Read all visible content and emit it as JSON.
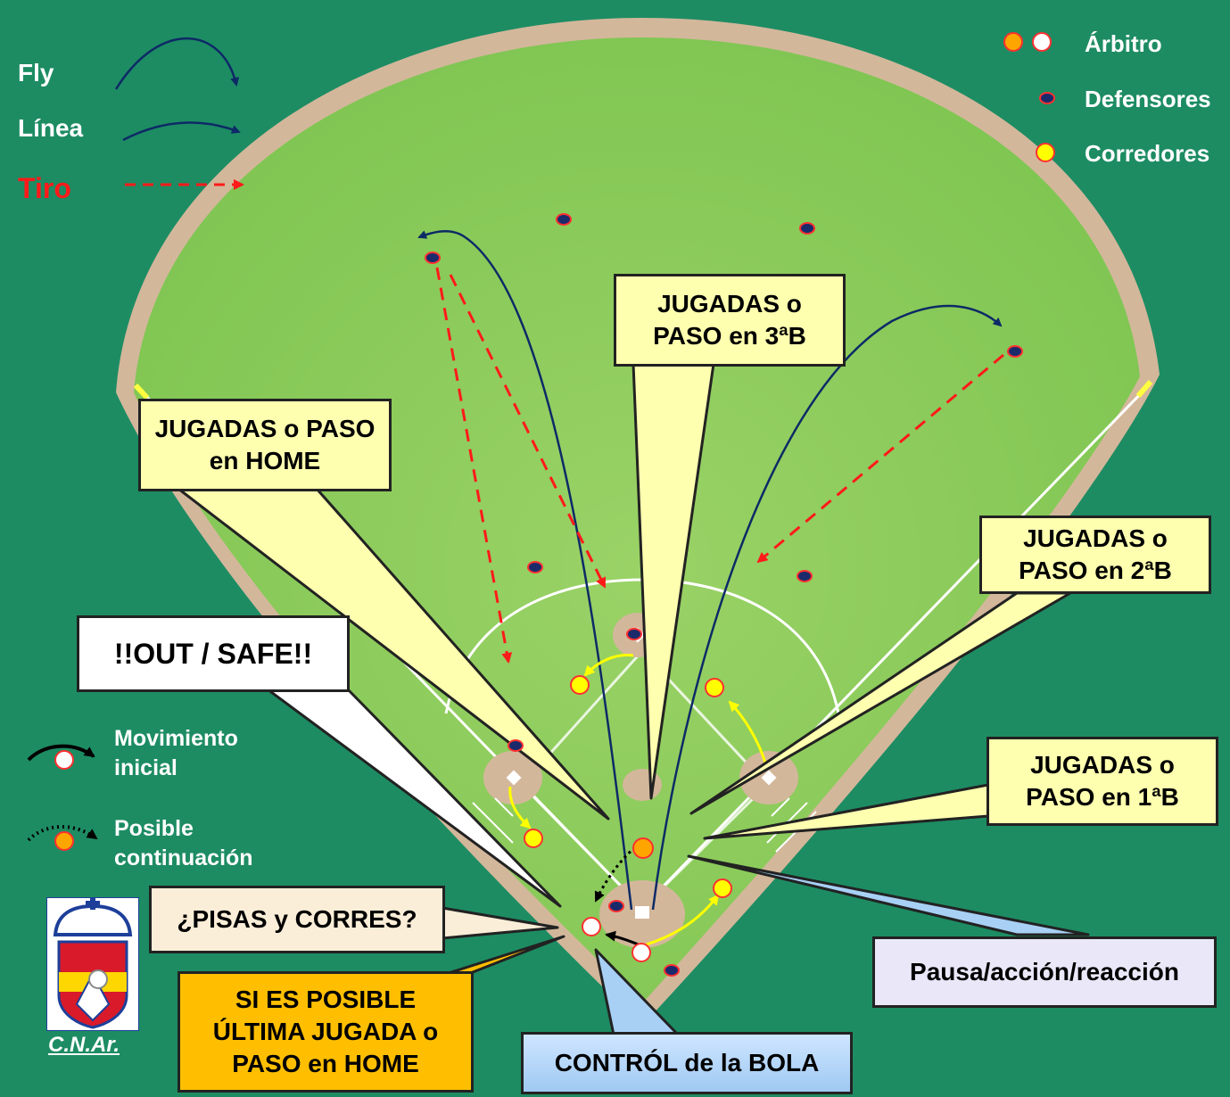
{
  "legend_lines": {
    "fly": "Fly",
    "linea": "Línea",
    "tiro": "Tiro"
  },
  "legend_symbols": {
    "arbitro": "Árbitro",
    "defensores": "Defensores",
    "corredores": "Corredores"
  },
  "legend_moves": {
    "inicial": "Movimiento inicial",
    "continuacion": "Posible continuación"
  },
  "callouts": {
    "home": "JUGADAS o PASO en HOME",
    "tercera": "JUGADAS o PASO en 3ªB",
    "segunda": "JUGADAS o PASO en 2ªB",
    "primera": "JUGADAS o PASO en 1ªB",
    "out_safe": "!!OUT / SAFE!!",
    "pisas": "¿PISAS y CORRES?",
    "ultima": "SI ES POSIBLE ÚLTIMA JUGADA o PASO en HOME",
    "control": "CONTRÓL de la BOLA",
    "pausa": "Pausa/acción/reacción"
  },
  "logo_caption": "C.N.Ar.",
  "colors": {
    "background": "#1d8c63",
    "grass": "#8ccc5a",
    "dirt": "#d3b79b",
    "fly_line": "#0d2a66",
    "throw": "#ff1a1a",
    "runner": "#ffff00",
    "defender": "#1a2a6b",
    "umpire": "#ffa500"
  }
}
